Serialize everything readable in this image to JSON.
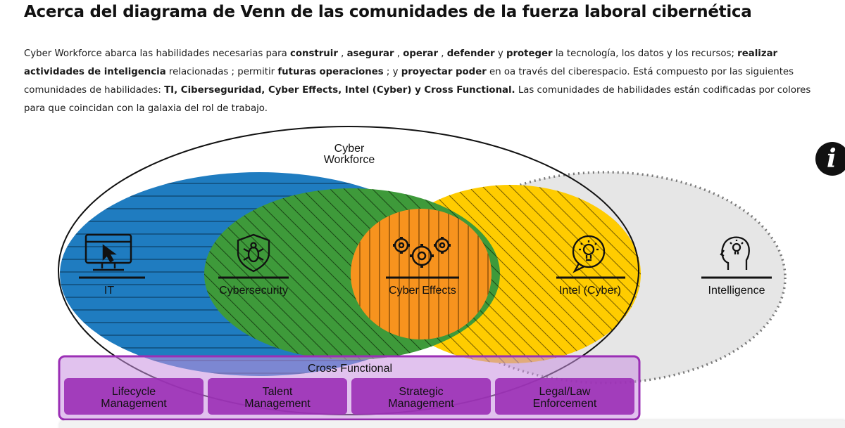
{
  "page": {
    "title": "Acerca del diagrama de Venn de las comunidades de la fuerza laboral cibernética",
    "intro": [
      {
        "t": "Cyber Workforce abarca las habilidades necesarias para ",
        "b": false
      },
      {
        "t": "construir",
        "b": true
      },
      {
        "t": " , ",
        "b": false
      },
      {
        "t": "asegurar",
        "b": true
      },
      {
        "t": " , ",
        "b": false
      },
      {
        "t": "operar",
        "b": true
      },
      {
        "t": " , ",
        "b": false
      },
      {
        "t": "defender",
        "b": true
      },
      {
        "t": " y ",
        "b": false
      },
      {
        "t": "proteger",
        "b": true
      },
      {
        "t": " la tecnología, los datos y los recursos; ",
        "b": false
      },
      {
        "t": "realizar actividades de inteligencia",
        "b": true
      },
      {
        "t": " relacionadas ; permitir ",
        "b": false
      },
      {
        "t": "futuras operaciones",
        "b": true
      },
      {
        "t": " ; y ",
        "b": false
      },
      {
        "t": "proyectar poder",
        "b": true
      },
      {
        "t": " en oa través del ciberespacio. Está compuesto por las siguientes comunidades de habilidades: ",
        "b": false
      },
      {
        "t": "TI, Ciberseguridad, Cyber Effects, Intel (Cyber) y Cross Functional.",
        "b": true
      },
      {
        "t": " Las comunidades de habilidades están codificadas por colores para que coincidan con la galaxia del rol de trabajo.",
        "b": false
      }
    ],
    "info_button": "i"
  },
  "diagram": {
    "workforce_label": [
      "Cyber",
      "Workforce"
    ],
    "communities": {
      "it": "IT",
      "cybersecurity": "Cybersecurity",
      "cyber_effects": "Cyber Effects",
      "intel_cyber": "Intel (Cyber)",
      "intelligence": "Intelligence"
    },
    "cross_functional": {
      "title": "Cross Functional",
      "items": [
        [
          "Lifecycle",
          "Management"
        ],
        [
          "Talent",
          "Management"
        ],
        [
          "Strategic",
          "Management"
        ],
        [
          "Legal/Law",
          "Enforcement"
        ]
      ]
    },
    "colors": {
      "it": "#1f7cc0",
      "cybersecurity": "#3e9a3a",
      "cyber_effects": "#f7931e",
      "intel_cyber": "#ffcc00",
      "intelligence": "#e6e6e6",
      "cross_functional": "#9b2fb5"
    },
    "icons": {
      "it": "monitor-cursor-icon",
      "cybersecurity": "shield-bug-icon",
      "cyber_effects": "gears-icon",
      "intel_cyber": "lightbulb-speech-icon",
      "intelligence": "head-lightbulb-icon"
    }
  }
}
